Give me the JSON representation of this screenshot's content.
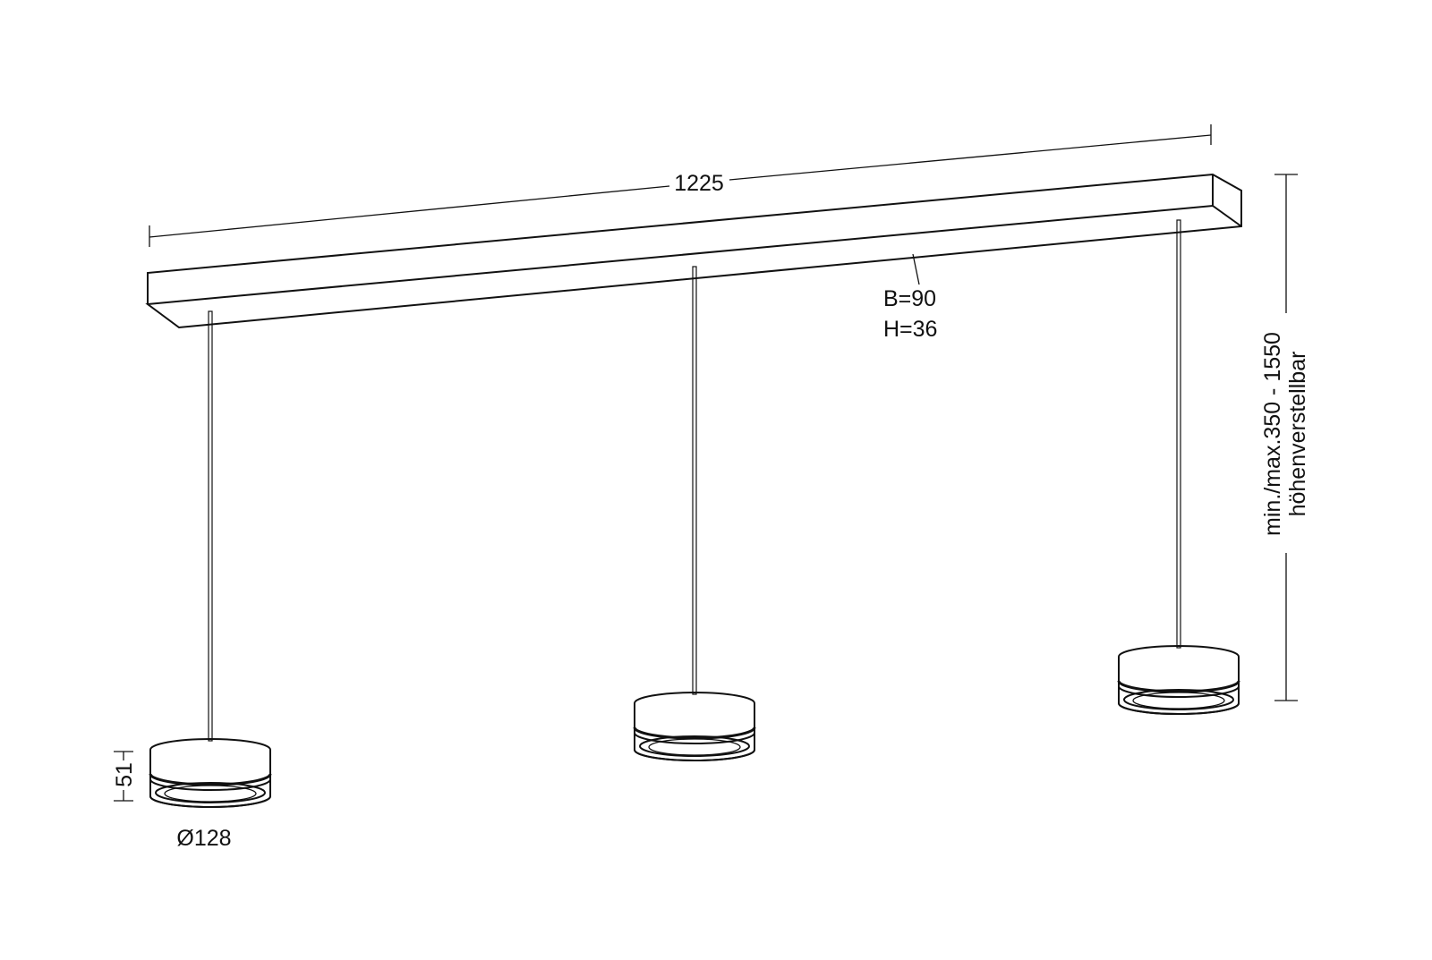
{
  "dimensions": {
    "length": "1225",
    "canopy_width": "B=90",
    "canopy_height": "H=36",
    "height_range": "min./max.350 - 1550",
    "height_note": "höhenverstellbar",
    "lamp_height": "51",
    "lamp_diameter": "Ø128"
  },
  "colors": {
    "line": "#111111",
    "background": "#ffffff"
  }
}
